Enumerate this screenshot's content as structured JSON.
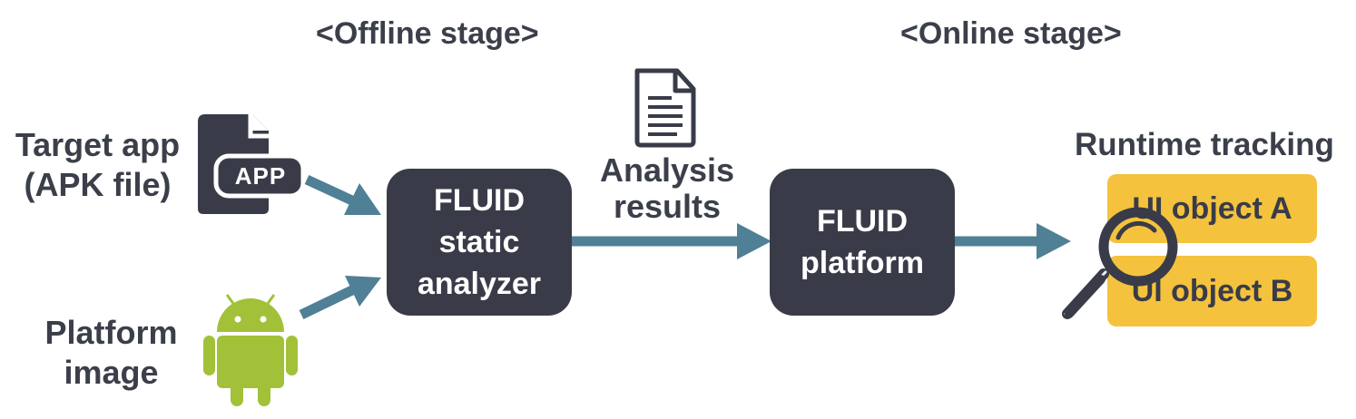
{
  "stages": {
    "offline": "<Offline stage>",
    "online": "<Online stage>"
  },
  "inputs": {
    "target_app": {
      "line1": "Target app",
      "line2": "(APK file)",
      "icon": "apk-file-icon",
      "icon_text": "APP"
    },
    "platform_image": {
      "line1": "Platform",
      "line2": "image",
      "icon": "android-icon"
    }
  },
  "boxes": {
    "analyzer": {
      "line1": "FLUID",
      "line2": "static",
      "line3": "analyzer"
    },
    "platform": {
      "line1": "FLUID",
      "line2": "platform"
    }
  },
  "analysis_results": {
    "line1": "Analysis",
    "line2": "results",
    "icon": "document-icon"
  },
  "runtime": {
    "title": "Runtime tracking",
    "object_a": "UI object A",
    "object_b": "UI object B",
    "icon": "magnifier-icon"
  },
  "colors": {
    "dark": "#393c48",
    "arrow": "#4f8096",
    "highlight": "#f4c23c",
    "android": "#a2c139"
  }
}
